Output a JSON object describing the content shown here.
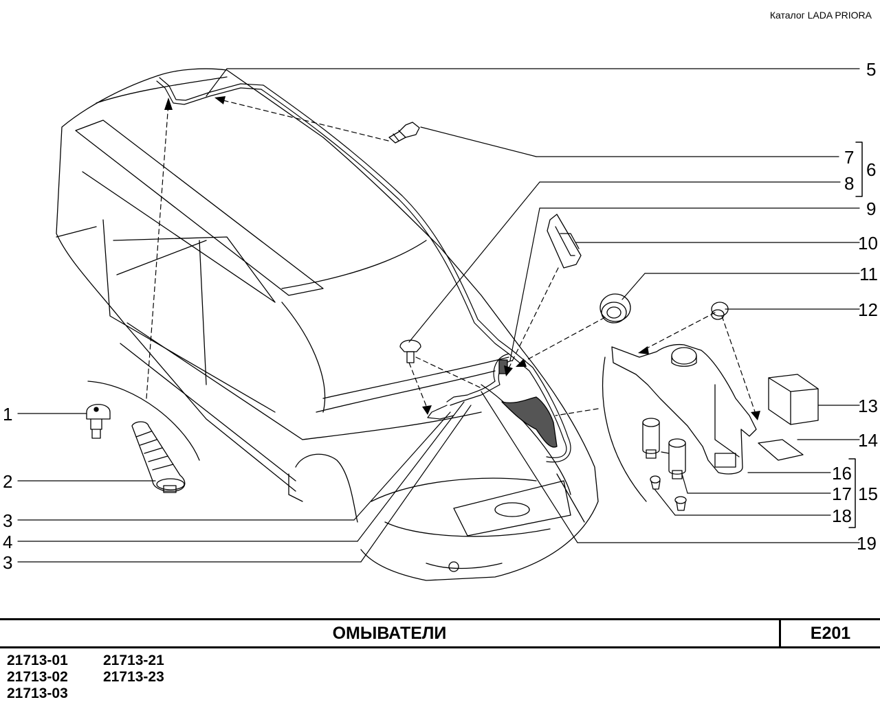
{
  "catalog": {
    "header": "Каталог  LADA  PRIORA"
  },
  "footer": {
    "title": "ОМЫВАТЕЛИ",
    "code": "E201",
    "models": [
      [
        "21713-01",
        "21713-02",
        "21713-03"
      ],
      [
        "21713-21",
        "21713-23"
      ]
    ]
  },
  "callouts": {
    "left": [
      "1",
      "2",
      "3",
      "4",
      "3"
    ],
    "right": [
      "5",
      "7",
      "8",
      "9",
      "10",
      "11",
      "12",
      "13",
      "14",
      "16",
      "17",
      "18",
      "19"
    ],
    "groups": [
      "6",
      "15"
    ]
  }
}
